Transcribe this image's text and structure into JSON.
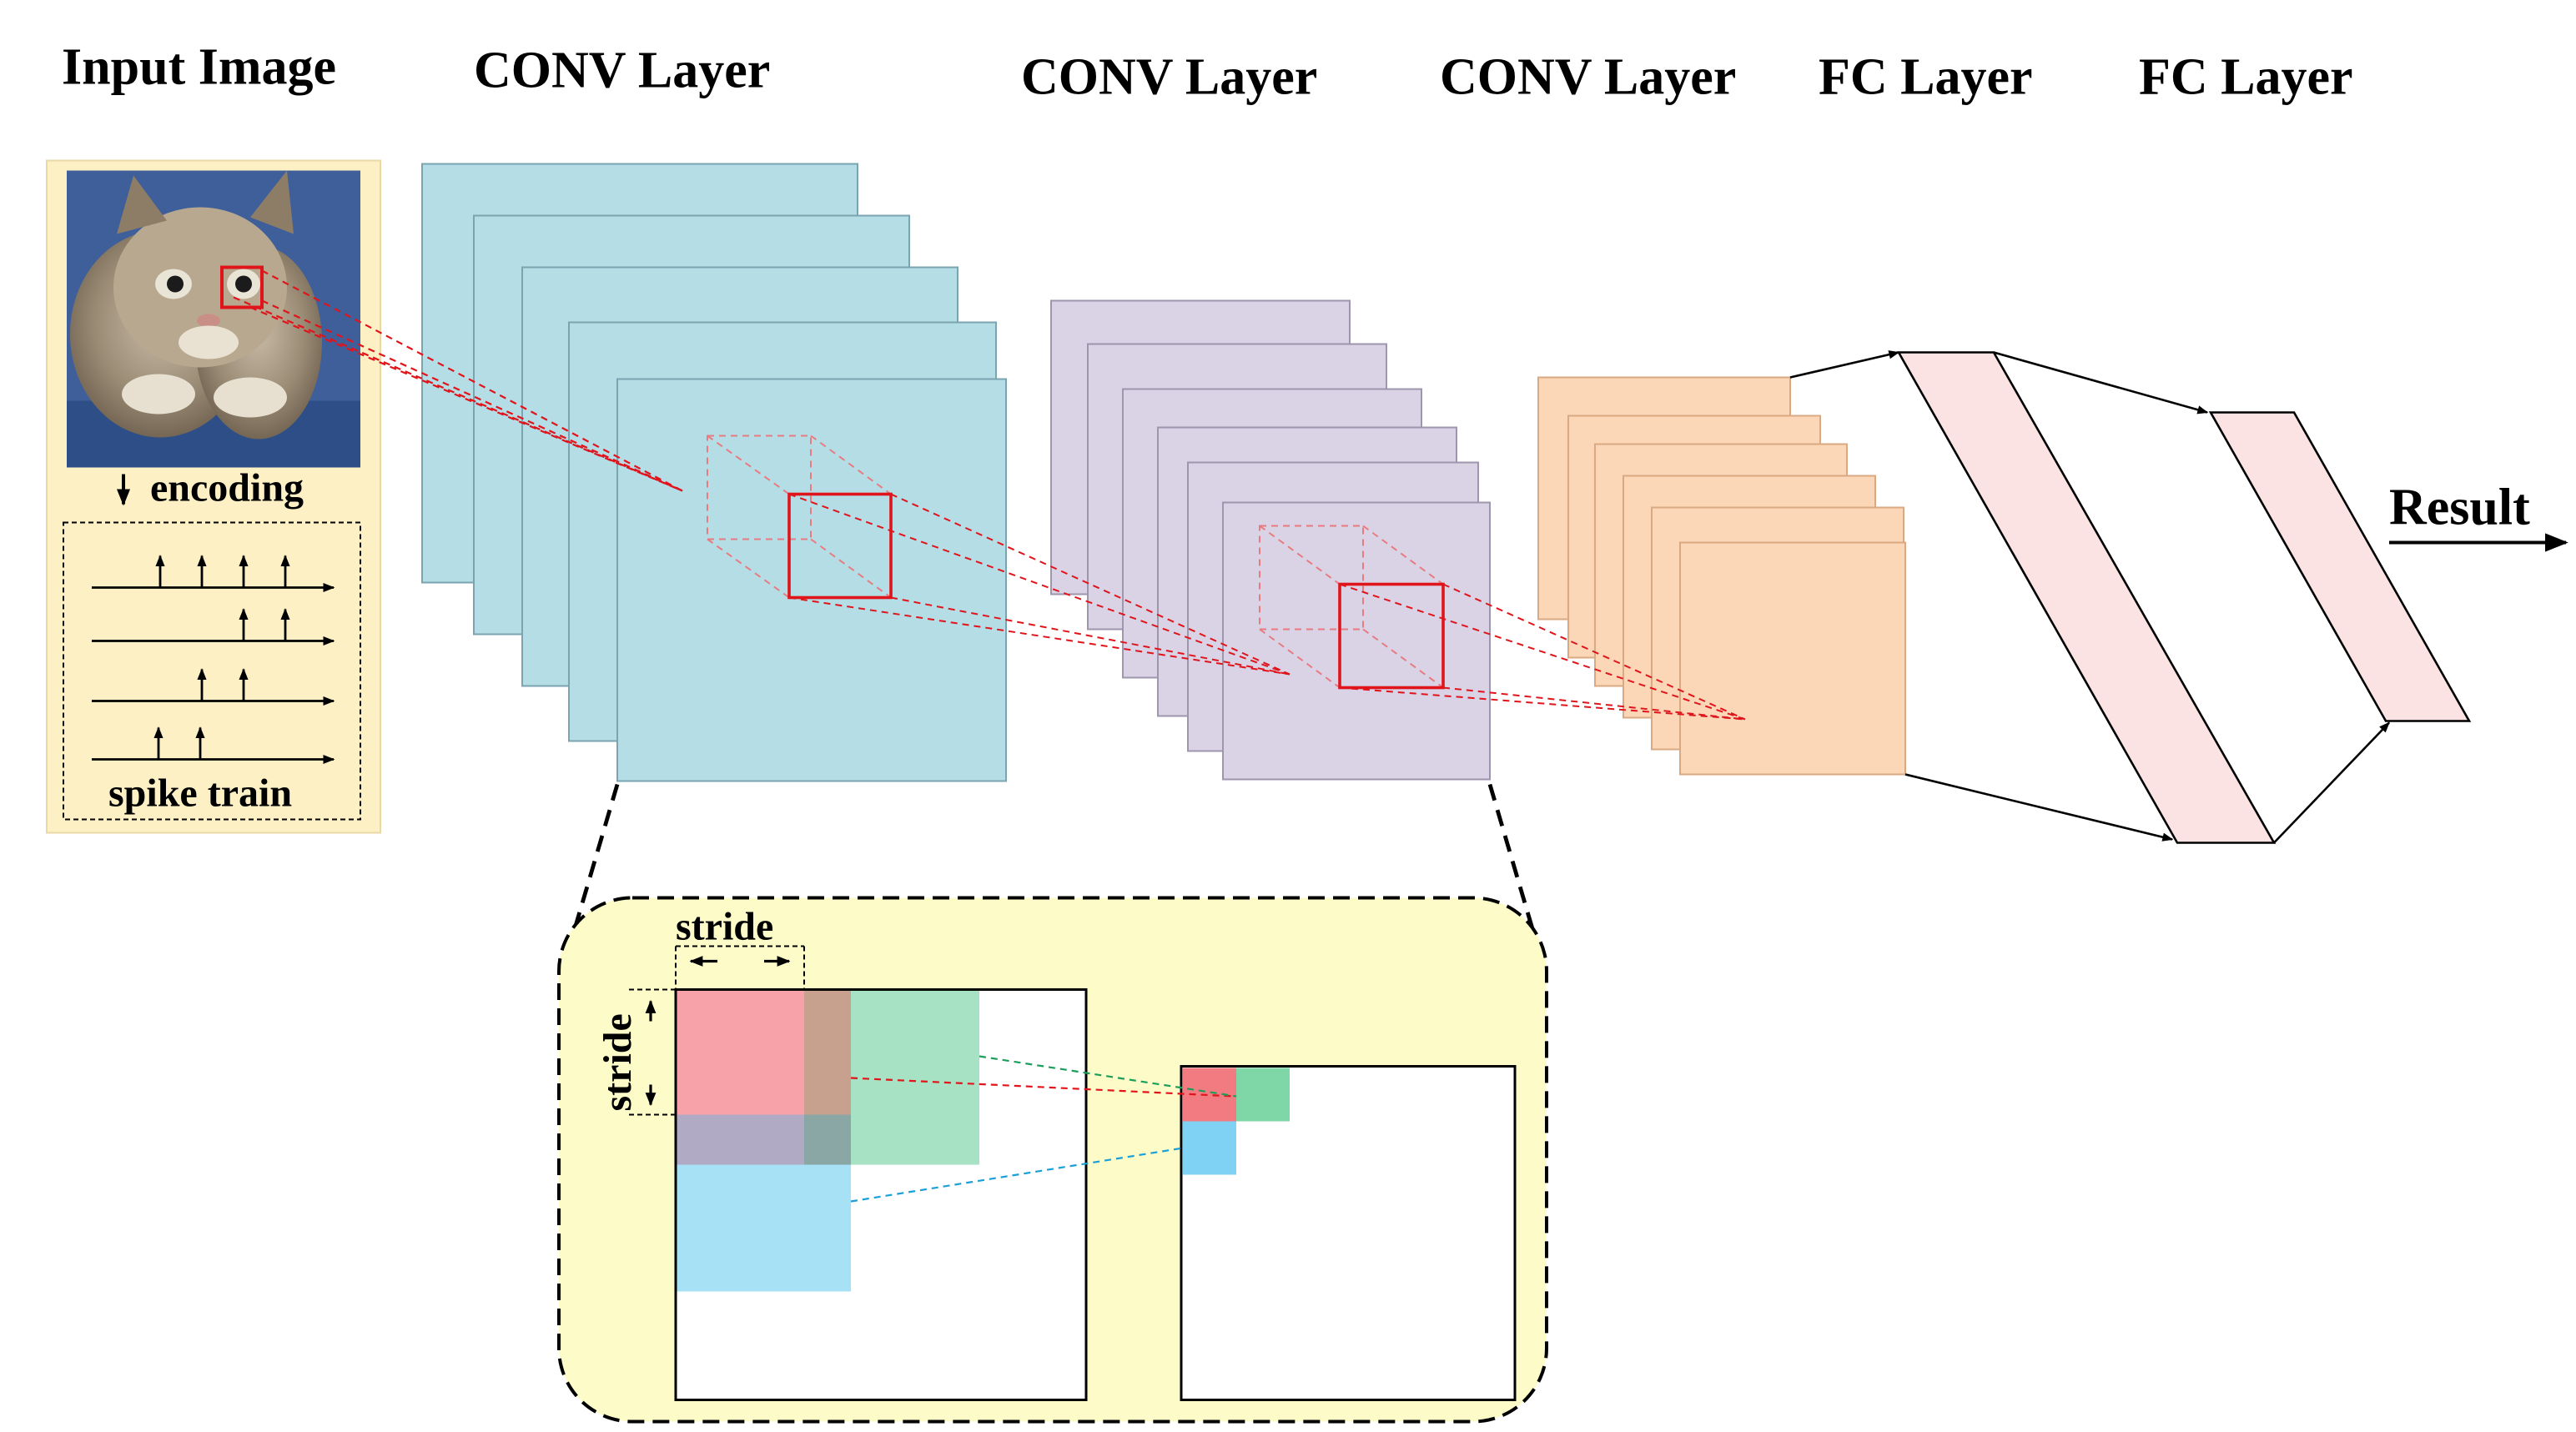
{
  "labels": {
    "input_image": "Input Image",
    "conv_layer_1": "CONV Layer",
    "conv_layer_2": "CONV Layer",
    "conv_layer_3": "CONV Layer",
    "fc_layer_1": "FC Layer",
    "fc_layer_2": "FC Layer",
    "result": "Result",
    "encoding": "encoding",
    "spike_train": "spike train",
    "stride_horizontal": "stride",
    "stride_vertical": "stride"
  },
  "icons": {
    "input_photo": "kitten-photo",
    "encoding_arrow": "down-arrow-icon",
    "result_arrow": "right-arrow-icon"
  },
  "colors": {
    "conv1": "#b5dde6",
    "conv2": "#d9d3e5",
    "conv3": "#fbd6b7",
    "fc": "#fbe3e3",
    "input_panel": "#fdf0c4",
    "zoom_panel": "#fdfbc8",
    "receptive_field": "#e0141b",
    "kernel_red": "#f7a2a8",
    "kernel_green": "#a6e2c3",
    "kernel_blue": "#a6e1f5"
  }
}
